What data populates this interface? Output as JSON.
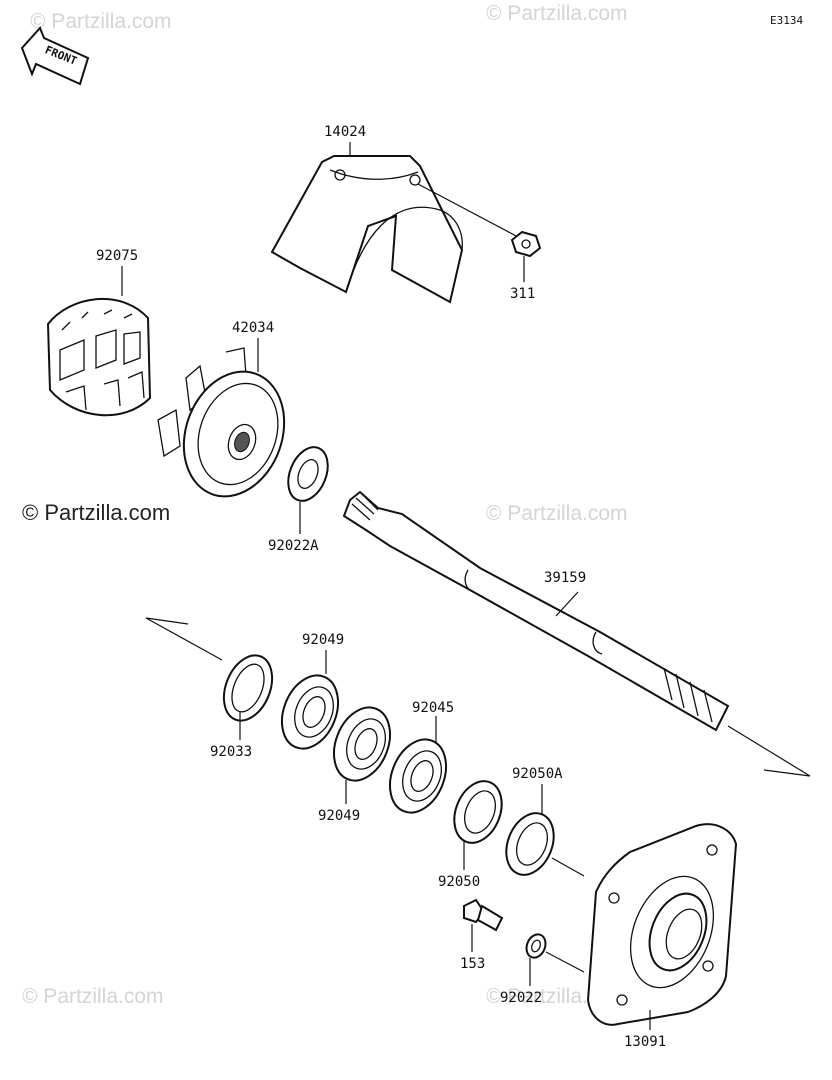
{
  "diagram_code": "E3134",
  "front_marker": "FRONT",
  "watermarks": {
    "top_left": "© Partzilla.com",
    "top_right": "© Partzilla.com",
    "mid_left": "© Partzilla.com",
    "mid_right": "© Partzilla.com",
    "bottom_left": "© Partzilla.com",
    "bottom_right": "© Partzilla.com"
  },
  "parts": {
    "p14024": "14024",
    "p311": "311",
    "p92075": "92075",
    "p42034": "42034",
    "p92022A": "92022A",
    "p39159": "39159",
    "p92049a": "92049",
    "p92033": "92033",
    "p92049b": "92049",
    "p92045": "92045",
    "p92050A": "92050A",
    "p92050": "92050",
    "p153": "153",
    "p92022": "92022",
    "p13091": "13091"
  }
}
